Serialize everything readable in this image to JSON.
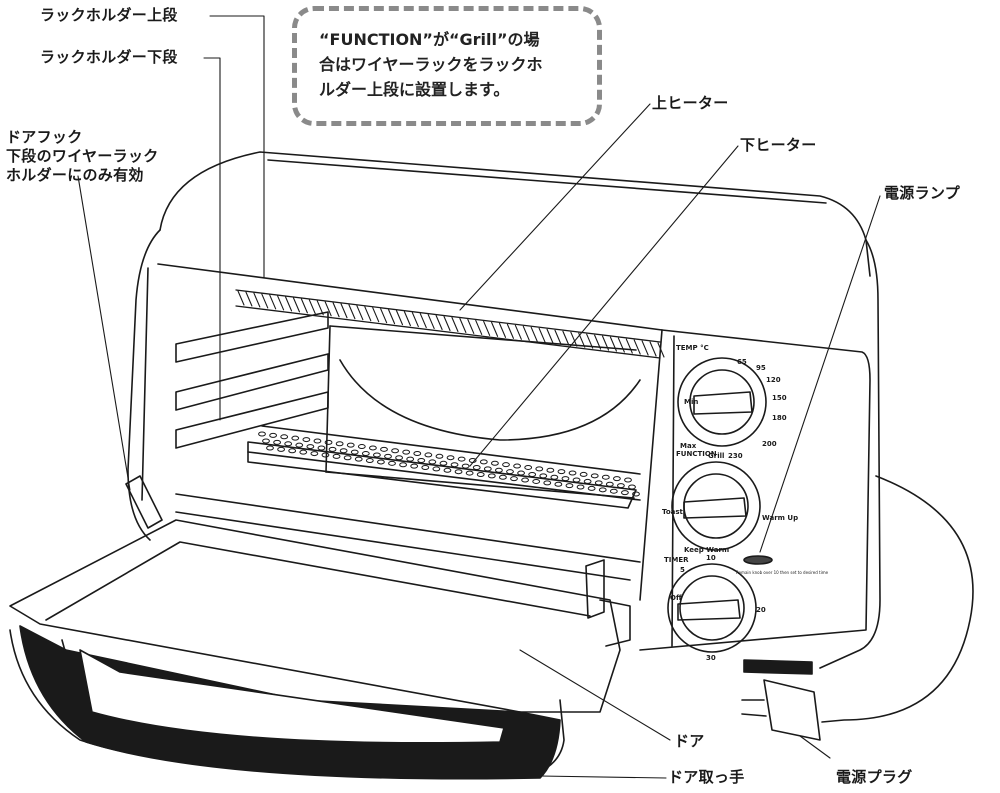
{
  "labels": {
    "rack_holder_upper": "ラックホルダー上段",
    "rack_holder_lower": "ラックホルダー下段",
    "door_hook": [
      "ドアフック",
      "下段のワイヤーラック",
      "ホルダーにのみ有効"
    ],
    "upper_heater": "上ヒーター",
    "lower_heater": "下ヒーター",
    "power_lamp": "電源ランプ",
    "door": "ドア",
    "door_handle": "ドア取っ手",
    "power_plug": "電源プラグ"
  },
  "note": {
    "lines": [
      "“FUNCTION”が“Grill”の場",
      "合はワイヤーラックをラックホ",
      "ルダー上段に設置します。"
    ]
  },
  "panel": {
    "temp_title": "TEMP °C",
    "temp_marks": [
      "65",
      "95",
      "120",
      "150",
      "180",
      "200",
      "230"
    ],
    "temp_min": "Min",
    "temp_max": "Max",
    "function_title": "FUNCTION",
    "function_grill": "Grill",
    "function_toast": "Toast",
    "function_warm_up": "Warm Up",
    "function_keep_warm": "Keep Warm",
    "timer_title": "TIMER",
    "timer_off": "Off",
    "timer_marks": [
      "5",
      "10",
      "20",
      "30"
    ],
    "lamp_note": "Remain knob over 10 then set to desired time"
  },
  "colors": {
    "line": "#1a1a1a",
    "note_border": "#8a8a8a",
    "handle_fill": "#1a1a1a"
  }
}
